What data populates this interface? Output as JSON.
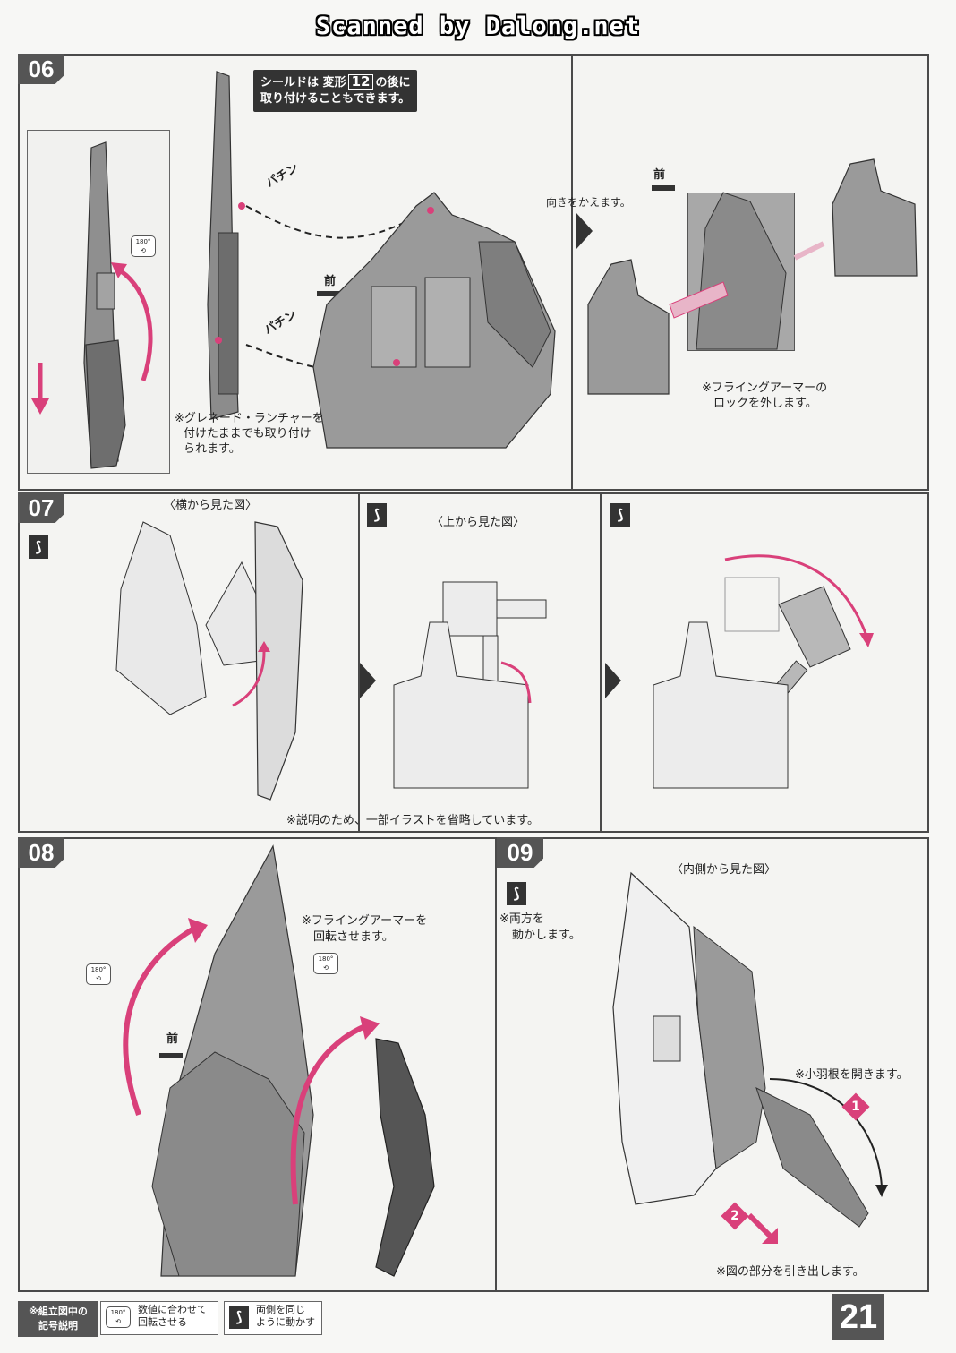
{
  "watermark": "Scanned by Dalong.net",
  "steps": {
    "s06": {
      "number": "06",
      "shield_note": {
        "before": "シールドは",
        "mid": "変形",
        "num": "12",
        "after": "の後に",
        "line2": "取り付けることもできます。"
      },
      "rot_label": "180°",
      "click1": "パチン",
      "click2": "パチン",
      "front": "前",
      "grenade_note": [
        "※グレネード・ランチャーを",
        "付けたままでも取り付け",
        "られます。"
      ],
      "turn_note": "向きをかえます。",
      "front2": "前",
      "lock_note": [
        "※フライングアーマーの",
        "ロックを外します。"
      ]
    },
    "s07": {
      "number": "07",
      "side_view": "〈横から見た図〉",
      "top_view": "〈上から見た図〉",
      "omit_note": "※説明のため、一部イラストを省略しています。"
    },
    "s08": {
      "number": "08",
      "rotate_note": [
        "※フライングアーマーを",
        "回転させます。"
      ],
      "rot1": "180°",
      "rot2": "180°",
      "front": "前"
    },
    "s09": {
      "number": "09",
      "inner_view": "〈内側から見た図〉",
      "both_note": [
        "※両方を",
        "動かします。"
      ],
      "open_note": "※小羽根を開きます。",
      "pull_note": "※図の部分を引き出します。",
      "n1": "1",
      "n2": "2"
    }
  },
  "legend": {
    "title": [
      "※組立図中の",
      "記号説明"
    ],
    "rot_icon": "180°",
    "rot_text": [
      "数値に合わせて",
      "回転させる"
    ],
    "move_text": [
      "両側を同じ",
      "ように動かす"
    ]
  },
  "page_number": "21",
  "colors": {
    "accent": "#d9407a",
    "panel_dark": "#4a4a4a",
    "step_bg": "#555555"
  }
}
